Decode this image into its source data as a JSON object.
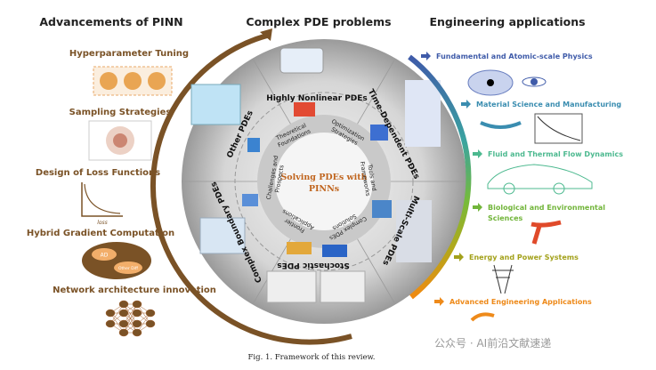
{
  "headers": {
    "left": "Advancements of PINN",
    "center": "Complex PDE problems",
    "right": "Engineering applications"
  },
  "left_items": [
    "Hyperparameter Tuning",
    "Sampling Strategies",
    "Design of Loss Functions",
    "Hybrid Gradient Computation",
    "Network architecture innovation"
  ],
  "loss_axis_label": "loss",
  "gradient": {
    "ad": "AD",
    "other": "Other Diff"
  },
  "circle": {
    "center": [
      "Solving PDEs with",
      "PINNs"
    ],
    "segments": [
      "Highly Nonlinear PDEs",
      "Time-Dependent PDEs",
      "Multi-Scale PDEs",
      "Stochastic PDEs",
      "Complex Boundary PDEs",
      "Other PDEs"
    ],
    "ring": [
      [
        "Theoretical",
        "Foundations"
      ],
      [
        "Optimization",
        "Strategies"
      ],
      [
        "Tools and",
        "Frameworks"
      ],
      [
        "Complex PDEs",
        "Solutions"
      ],
      [
        "Frontier",
        "Applications"
      ],
      [
        "Challenges and",
        "Prospects"
      ]
    ]
  },
  "applications": [
    {
      "label": "Fundamental and Atomic-scale Physics",
      "color": "#3f5ba9"
    },
    {
      "label": "Material Science and Manufacturing",
      "color": "#3a8db0"
    },
    {
      "label": "Fluid and Thermal Flow Dynamics",
      "color": "#4cb98f"
    },
    {
      "label": "Biological and Environmental",
      "label2": "Sciences",
      "color": "#72b53b"
    },
    {
      "label": "Energy and Power Systems",
      "color": "#a3a11b"
    },
    {
      "label": "Advanced Engineering Applications",
      "color": "#ee8a1a"
    }
  ],
  "caption": "Fig. 1.  Framework of this review.",
  "watermark": "公众号 · AI前沿文献速递",
  "colors": {
    "brown": "#7a5226",
    "center_text": "#c0651e"
  }
}
